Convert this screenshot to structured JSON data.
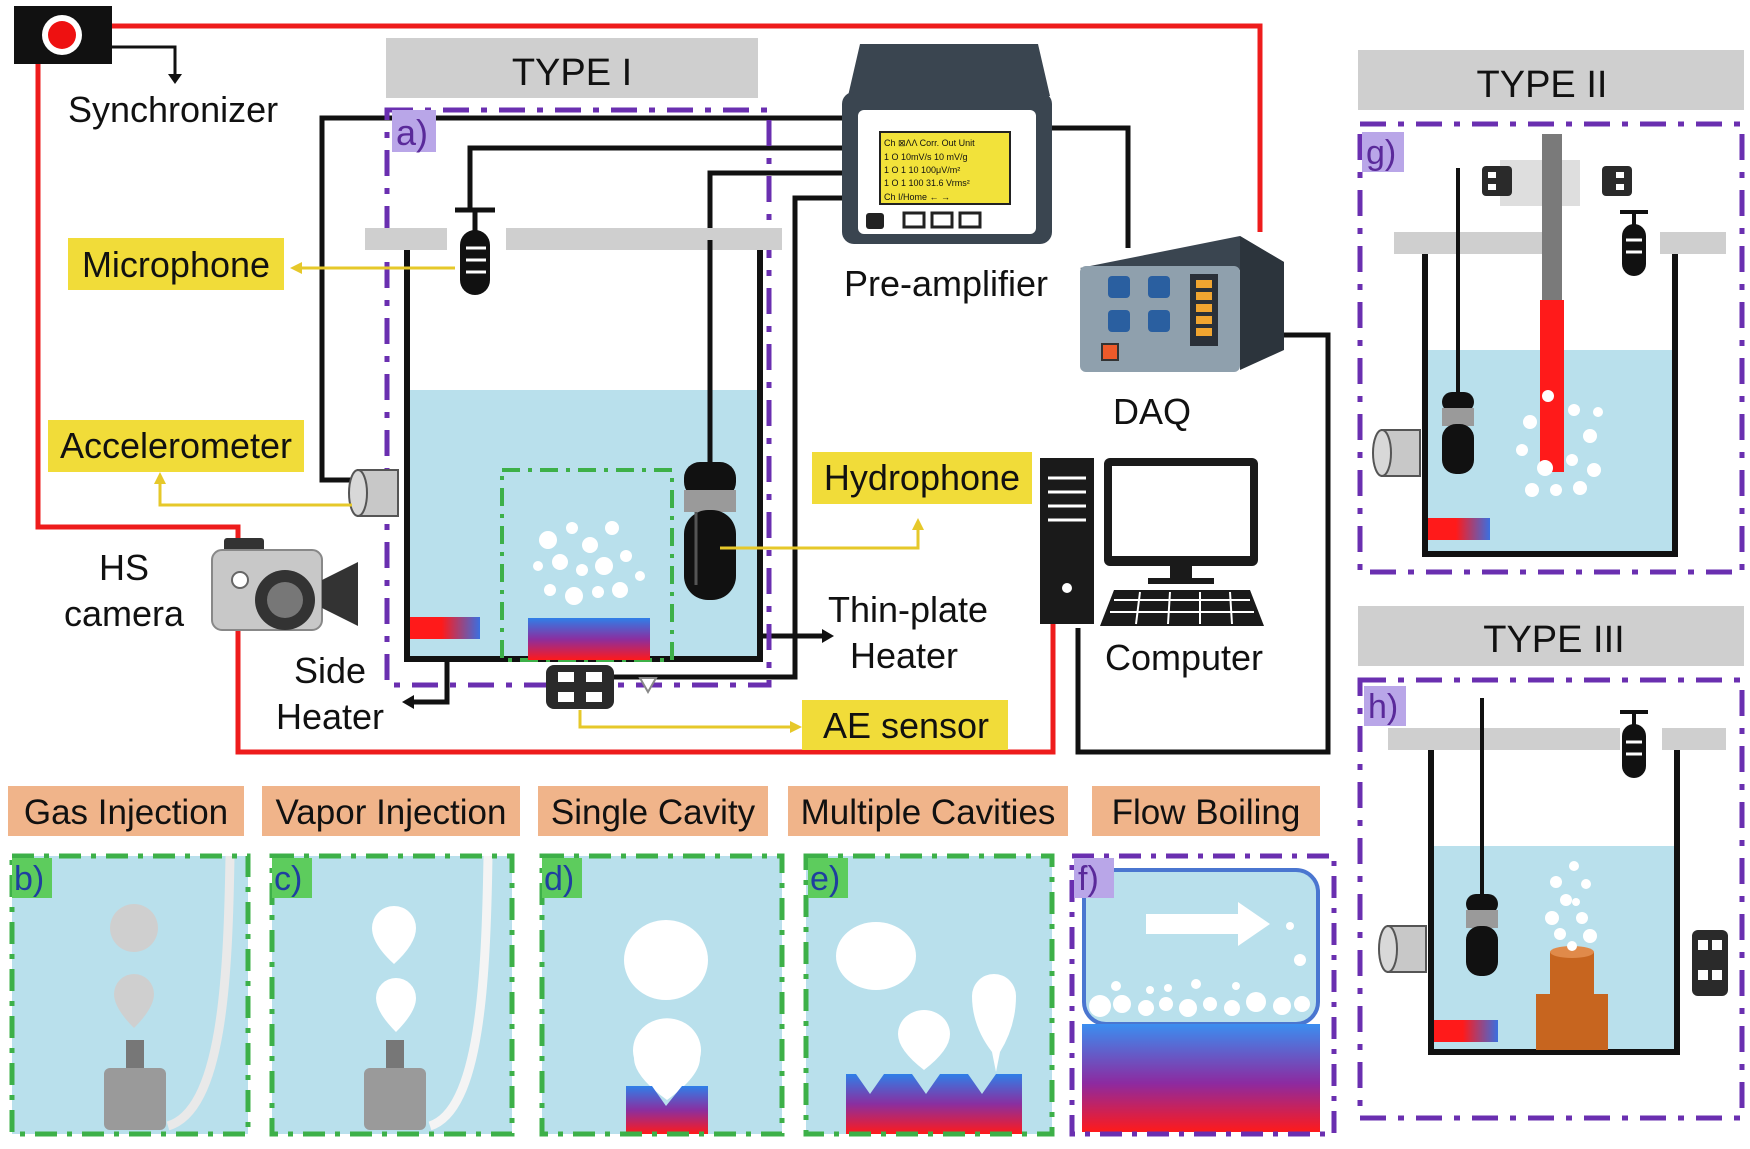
{
  "colors": {
    "water": "#b9e0ec",
    "red_wire": "#ee1c1c",
    "purple_dash": "#6a2fb0",
    "green_dash": "#3db048",
    "yellow_label": "#f1dc39",
    "orange_label": "#f0b48a",
    "gray_bar": "#cfcfcf",
    "panel_label": "#b9a6e8",
    "panel_label_green": "#5dcc5d"
  },
  "type_headers": {
    "type1": "TYPE I",
    "type2": "TYPE II",
    "type3": "TYPE III"
  },
  "panel_letters": {
    "a": "a)",
    "b": "b)",
    "c": "c)",
    "d": "d)",
    "e": "e)",
    "f": "f)",
    "g": "g)",
    "h": "h)"
  },
  "equipment": {
    "synchronizer": "Synchronizer",
    "pre_amplifier": "Pre-amplifier",
    "daq": "DAQ",
    "computer": "Computer",
    "hs_camera_line1": "HS",
    "hs_camera_line2": "camera",
    "side_heater_line1": "Side",
    "side_heater_line2": "Heater",
    "thin_plate_line1": "Thin-plate",
    "thin_plate_line2": "Heater"
  },
  "sensors": {
    "microphone": "Microphone",
    "accelerometer": "Accelerometer",
    "hydrophone": "Hydrophone",
    "ae_sensor": "AE sensor"
  },
  "preamp_screen": {
    "header": "Ch  ⊠ΛΛ  Corr.  Out Unit",
    "row1": "1  O  10mV/s  10 mV/g",
    "row2": "1  O  1  10  100μV/m²",
    "row3": "1  O  1  100 31.6 Vrms²",
    "footer": "Ch I/Home    ←  →"
  },
  "mechanisms": {
    "gas_injection": "Gas Injection",
    "vapor_injection": "Vapor Injection",
    "single_cavity": "Single Cavity",
    "multiple_cavities": "Multiple Cavities",
    "flow_boiling": "Flow Boiling"
  }
}
